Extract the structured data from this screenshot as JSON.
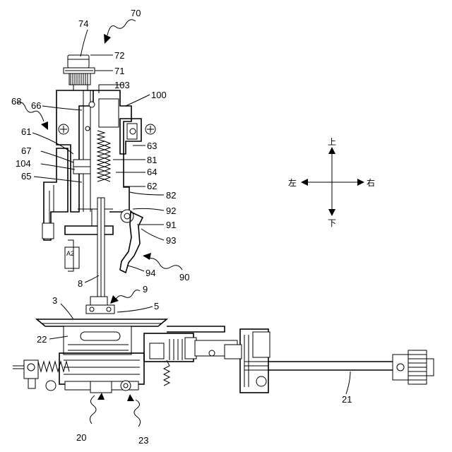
{
  "figure_labels": {
    "l70": "70",
    "l74": "74",
    "l72": "72",
    "l71": "71",
    "l103": "103",
    "l100": "100",
    "l68": "68",
    "l66": "66",
    "l61": "61",
    "l63": "63",
    "l67": "67",
    "l104": "104",
    "l81": "81",
    "l64": "64",
    "l65": "65",
    "l62": "62",
    "l82": "82",
    "l92": "92",
    "l91": "91",
    "l93": "93",
    "l94": "94",
    "l90": "90",
    "l8": "8",
    "l9": "9",
    "l3": "3",
    "l5": "5",
    "l22": "22",
    "l21": "21",
    "l20": "20",
    "l23": "23",
    "lA2": "A2"
  },
  "direction_legend": {
    "up": "上",
    "down": "下",
    "left": "左",
    "right": "右"
  }
}
